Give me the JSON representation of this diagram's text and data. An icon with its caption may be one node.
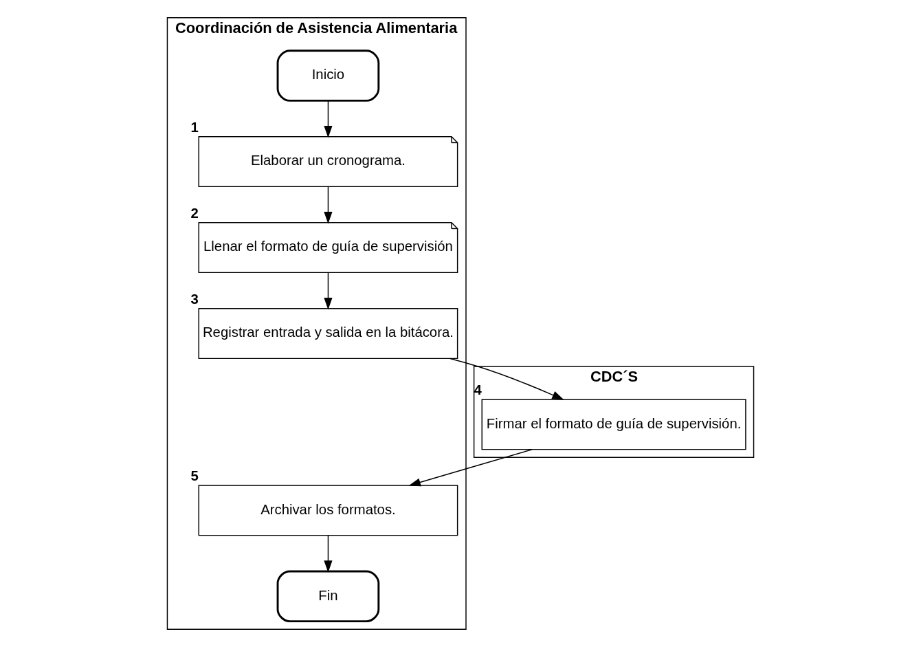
{
  "diagram": {
    "nodes": [
      {
        "text": [
          "Coordinación de Asistencia Alimentaria"
        ]
      },
      {
        "text": [
          "CDC´S"
        ]
      },
      {
        "text": [
          "Inicio"
        ],
        "in": 0
      },
      {
        "text": [
          "Elaborar un cronograma."
        ],
        "in": 0,
        "beside": [
          "1"
        ]
      },
      {
        "text": [
          "Llenar el formato de guía de supervisión"
        ],
        "in": 0,
        "beside": [
          "2"
        ]
      },
      {
        "text": [
          "Registrar entrada y salida en la bitácora."
        ],
        "in": 0,
        "beside": [
          "3"
        ]
      },
      {
        "text": [
          "Firmar el formato de guía de supervisión."
        ],
        "in": 1,
        "beside": [
          "4"
        ]
      },
      {
        "text": [
          "Archivar los formatos."
        ],
        "in": 0,
        "beside": [
          "5"
        ]
      },
      {
        "text": [
          "Fin"
        ],
        "in": 0
      }
    ],
    "edges": [
      {
        "from": 2,
        "to": 3,
        "arrow": "to"
      },
      {
        "from": 3,
        "to": 4,
        "arrow": "to"
      },
      {
        "from": 4,
        "to": 5,
        "arrow": "to"
      },
      {
        "from": 5,
        "to": 6,
        "arrow": "to"
      },
      {
        "from": 6,
        "to": 7,
        "arrow": "to"
      },
      {
        "from": 7,
        "to": 8,
        "arrow": "to"
      }
    ]
  }
}
